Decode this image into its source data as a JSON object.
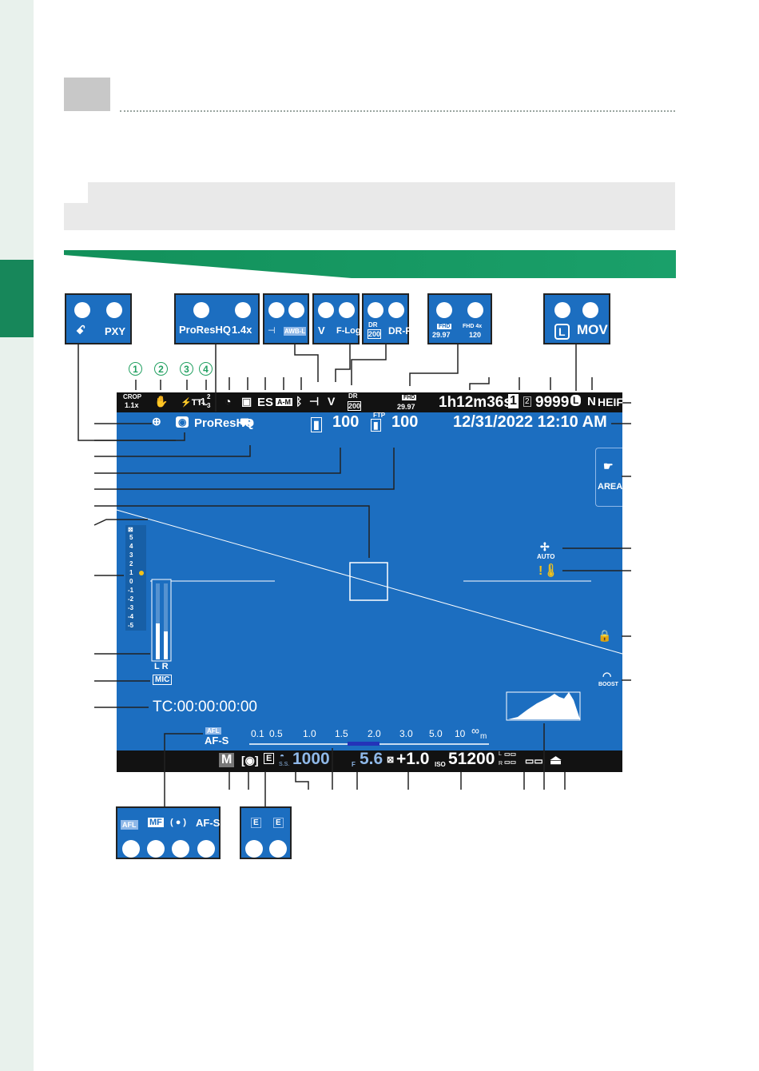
{
  "page": {
    "accent_green": "#17875a",
    "screen_blue": "#1c6ec0"
  },
  "callouts": {
    "box1": {
      "left": "ꗃ",
      "right": "PXY"
    },
    "box2": {
      "left": "ProResHQ",
      "right": "1.4x"
    },
    "box3": {
      "left": "AWB-L"
    },
    "box4": {
      "right": "F-Log"
    },
    "box5": {
      "left_top": "DR",
      "left_bottom": "200",
      "right": "DR-P"
    },
    "box6": {
      "left_top": "FHD",
      "left_bottom": "29.97",
      "right_top": "FHD 4x",
      "right_bottom": "120"
    },
    "box7": {
      "left": "L",
      "right": "MOV"
    },
    "box8": {
      "items": [
        "AFL",
        "MF",
        "( ● )",
        "AF-S"
      ]
    },
    "box9": {
      "items": [
        "E",
        "E"
      ]
    }
  },
  "numbers": [
    "1",
    "2",
    "3",
    "4"
  ],
  "screen": {
    "top": {
      "crop": "CROP",
      "crop_val": "1.1x",
      "flash": "⚡TTL",
      "flash_comp": "-1",
      "flash_frac_top": "2",
      "flash_frac_bot": "3",
      "es": "ES",
      "am": "A-M",
      "dr_top": "DR",
      "dr_bot": "200",
      "fhd": "FHD",
      "fhd_fps": "29.97",
      "rec_time": "1h12m36s",
      "slot1": "1",
      "slot2": "2",
      "shots": "9999",
      "size": "L",
      "quality": "N",
      "format": "HEIF"
    },
    "row2": {
      "prores": "ProResHQ",
      "frames1": "100",
      "ftp": "FTP",
      "frames2": "100",
      "datetime": "12/31/2022 12:10 AM"
    },
    "touch_area": "AREA",
    "fan": "AUTO",
    "boost": "BOOST",
    "exp_scale": [
      "5",
      "4",
      "3",
      "2",
      "1",
      "0",
      "-1",
      "-2",
      "-3",
      "-4",
      "-5"
    ],
    "lr": "L R",
    "mic": "MIC",
    "timecode": "TC:00:00:00:00",
    "afl": "AFL",
    "focus_mode": "AF-S",
    "distance_scale": [
      "0.1",
      "0.5",
      "1.0",
      "1.5",
      "2.0",
      "3.0",
      "5.0",
      "10",
      "∞"
    ],
    "distance_unit": "m",
    "bottom": {
      "mode": "M",
      "ss_label": "S.S.",
      "shutter": "1000",
      "f_label": "F",
      "aperture": "5.6",
      "ev": "+1.0",
      "iso_label": "ISO",
      "iso": "51200",
      "lr_l": "L",
      "lr_r": "R"
    }
  }
}
